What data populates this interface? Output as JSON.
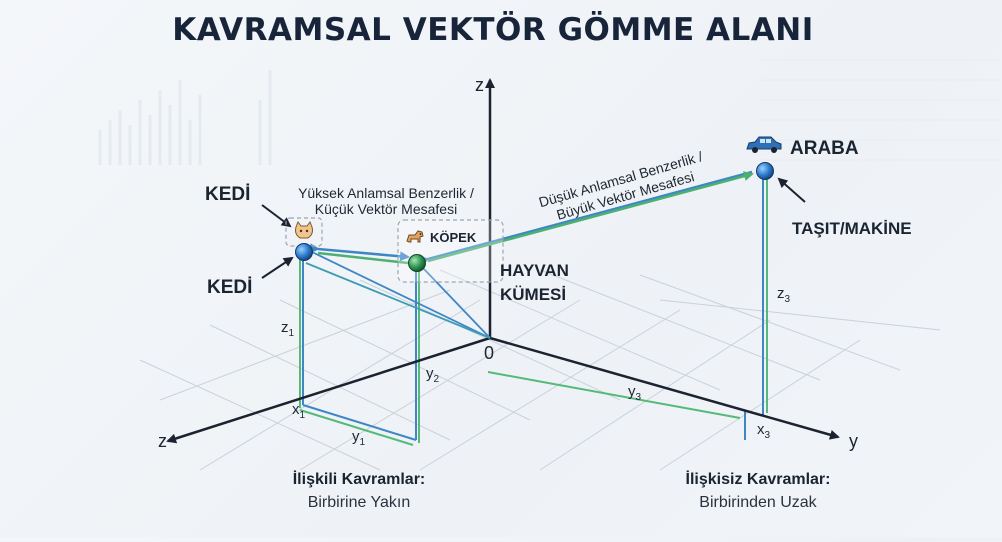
{
  "title": "KAVRAMSAL VEKTÖR GÖMME ALANI",
  "axes": {
    "z_up": "z",
    "z_left": "z",
    "y": "y",
    "origin": "0"
  },
  "labels": {
    "kedi_top": "KEDİ",
    "kedi_left": "KEDİ",
    "kopek": "KÖPEK",
    "hayvan_line1": "HAYVAN",
    "hayvan_line2": "KÜMESİ",
    "araba": "ARABA",
    "tasit": "TAŞIT/MAKİNE"
  },
  "annotations": {
    "near_line1": "Yüksek Anlamsal Benzerlik /",
    "near_line2": "Küçük Vektör Mesafesi",
    "far_line1": "Düşük Anlamsal Benzerlik /",
    "far_line2": "Büyük Vektör Mesafesi"
  },
  "coords": {
    "z1": "z",
    "z1_sub": "1",
    "x1": "x",
    "x1_sub": "1",
    "y1": "y",
    "y1_sub": "1",
    "y2": "y",
    "y2_sub": "2",
    "y3": "y",
    "y3_sub": "3",
    "z3": "z",
    "z3_sub": "3",
    "x3": "x",
    "x3_sub": "3"
  },
  "captions": {
    "related_title": "İlişkili Kavramlar:",
    "related_sub": "Birbirine Yakın",
    "unrelated_title": "İlişkisiz Kavramlar:",
    "unrelated_sub": "Birbirinden Uzak"
  },
  "icons": {
    "cat": "cat-icon",
    "dog": "dog-icon",
    "car": "car-icon"
  },
  "colors": {
    "blue_point": "#2f7fd0",
    "green_point": "#2f9a55",
    "blue_line": "#3f86c7",
    "teal_line": "#3d9bb5",
    "green_line": "#55b978",
    "axis": "#1c2330"
  }
}
